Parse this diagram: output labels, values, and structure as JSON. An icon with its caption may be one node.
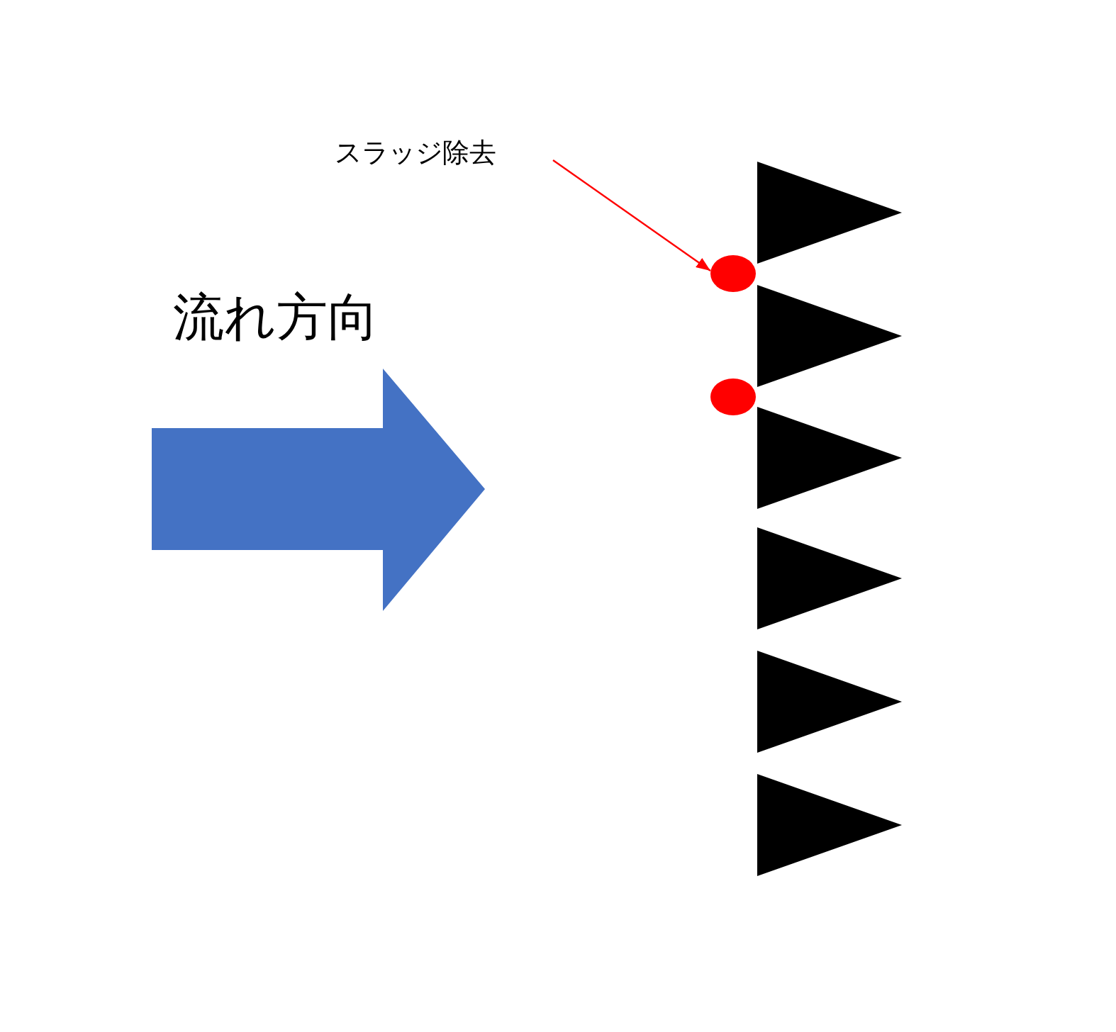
{
  "diagram": {
    "nodes": [
      {
        "text": [
          "スラッジ除去"
        ]
      },
      {
        "text": [],
        "shape": "circle"
      },
      {
        "text": [],
        "shape": "circle"
      }
    ],
    "edges": [
      {
        "from": 0,
        "to": 1,
        "arrow": "to",
        "color": "#ff0000"
      }
    ],
    "labels": [
      "流れ方向"
    ]
  }
}
